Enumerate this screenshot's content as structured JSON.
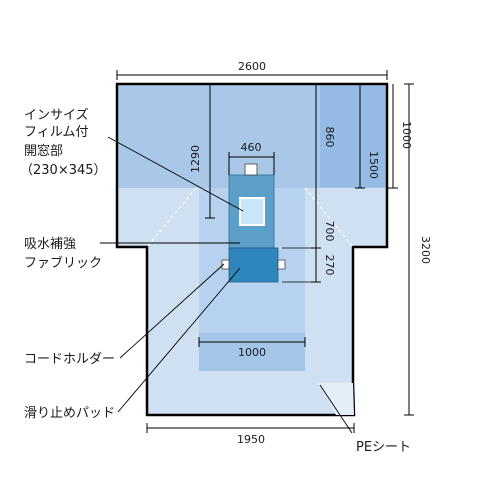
{
  "dimensions": {
    "overall_width": "2600",
    "overall_height": "3200",
    "top_band_height": "1000",
    "bottom_width": "1950",
    "fenestration_from_top": "1290",
    "reinforcement_width": "460",
    "fabric_from_top": "860",
    "center_band_height": "1500",
    "fabric_lower": "700",
    "pad_height": "270",
    "lower_panel_width": "1000"
  },
  "labels": {
    "incise_line1": "インサイズ",
    "incise_line2": "フィルム付",
    "incise_line3": "開窓部",
    "incise_line4": "（230×345）",
    "absorb_line1": "吸水補強",
    "absorb_line2": "ファブリック",
    "cord_holder": "コードホルダー",
    "anti_slip_pad": "滑り止めパッド",
    "pe_sheet": "PEシート"
  },
  "colors": {
    "sheet_light": "#cfe0f2",
    "sheet_mid": "#a9c8e8",
    "sheet_dark": "#8fb6e0",
    "fabric": "#6fa8cf",
    "reinforce": "#3d8fb9",
    "pad": "#2a7fb5",
    "window": "#b9dcf5",
    "outline": "#000000"
  }
}
